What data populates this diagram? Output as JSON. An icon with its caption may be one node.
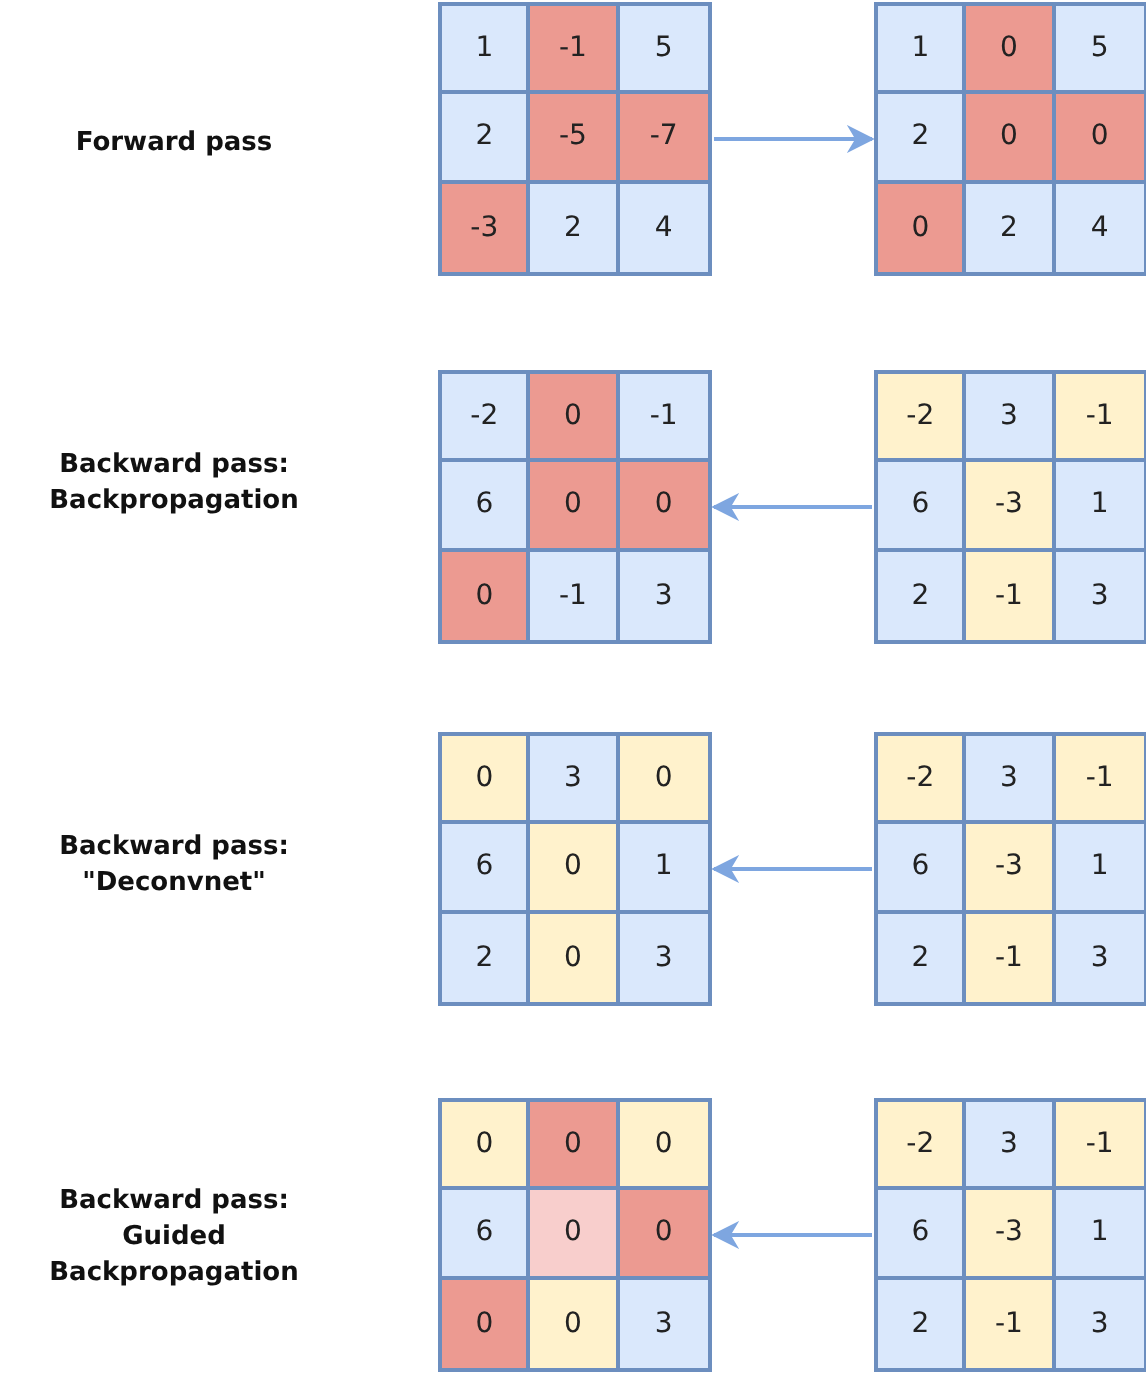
{
  "diagram": {
    "nodes": [
      {
        "text": [],
        "shape": "box"
      },
      {
        "text": [
          "1"
        ],
        "in": 0
      },
      {
        "text": [
          "-1"
        ],
        "in": 0
      },
      {
        "text": [
          "5"
        ],
        "in": 0
      },
      {
        "text": [
          "2"
        ],
        "in": 0
      },
      {
        "text": [
          "-5"
        ],
        "in": 0
      },
      {
        "text": [
          "-7"
        ],
        "in": 0
      },
      {
        "text": [
          "-3"
        ],
        "in": 0
      },
      {
        "text": [
          "2"
        ],
        "in": 0
      },
      {
        "text": [
          "4"
        ],
        "in": 0
      },
      {
        "text": [],
        "shape": "box"
      },
      {
        "text": [
          "1"
        ],
        "in": 10
      },
      {
        "text": [
          "0"
        ],
        "in": 10
      },
      {
        "text": [
          "5"
        ],
        "in": 10
      },
      {
        "text": [
          "2"
        ],
        "in": 10
      },
      {
        "text": [
          "0"
        ],
        "in": 10
      },
      {
        "text": [
          "0"
        ],
        "in": 10
      },
      {
        "text": [
          "0"
        ],
        "in": 10
      },
      {
        "text": [
          "2"
        ],
        "in": 10
      },
      {
        "text": [
          "4"
        ],
        "in": 10
      },
      {
        "text": [],
        "shape": "box"
      },
      {
        "text": [
          "-2"
        ],
        "in": 20
      },
      {
        "text": [
          "0"
        ],
        "in": 20
      },
      {
        "text": [
          "-1"
        ],
        "in": 20
      },
      {
        "text": [
          "6"
        ],
        "in": 20
      },
      {
        "text": [
          "0"
        ],
        "in": 20
      },
      {
        "text": [
          "0"
        ],
        "in": 20
      },
      {
        "text": [
          "0"
        ],
        "in": 20
      },
      {
        "text": [
          "-1"
        ],
        "in": 20
      },
      {
        "text": [
          "3"
        ],
        "in": 20
      },
      {
        "text": [],
        "shape": "box"
      },
      {
        "text": [
          "-2"
        ],
        "in": 30
      },
      {
        "text": [
          "3"
        ],
        "in": 30
      },
      {
        "text": [
          "-1"
        ],
        "in": 30
      },
      {
        "text": [
          "6"
        ],
        "in": 30
      },
      {
        "text": [
          "-3"
        ],
        "in": 30
      },
      {
        "text": [
          "1"
        ],
        "in": 30
      },
      {
        "text": [
          "2"
        ],
        "in": 30
      },
      {
        "text": [
          "-1"
        ],
        "in": 30
      },
      {
        "text": [
          "3"
        ],
        "in": 30
      },
      {
        "text": [],
        "shape": "box"
      },
      {
        "text": [
          "0"
        ],
        "in": 40
      },
      {
        "text": [
          "3"
        ],
        "in": 40
      },
      {
        "text": [
          "0"
        ],
        "in": 40
      },
      {
        "text": [
          "6"
        ],
        "in": 40
      },
      {
        "text": [
          "0"
        ],
        "in": 40
      },
      {
        "text": [
          "1"
        ],
        "in": 40
      },
      {
        "text": [
          "2"
        ],
        "in": 40
      },
      {
        "text": [
          "0"
        ],
        "in": 40
      },
      {
        "text": [
          "3"
        ],
        "in": 40
      },
      {
        "text": [],
        "shape": "box"
      },
      {
        "text": [
          "-2"
        ],
        "in": 50
      },
      {
        "text": [
          "3"
        ],
        "in": 50
      },
      {
        "text": [
          "-1"
        ],
        "in": 50
      },
      {
        "text": [
          "6"
        ],
        "in": 50
      },
      {
        "text": [
          "-3"
        ],
        "in": 50
      },
      {
        "text": [
          "1"
        ],
        "in": 50
      },
      {
        "text": [
          "2"
        ],
        "in": 50
      },
      {
        "text": [
          "-1"
        ],
        "in": 50
      },
      {
        "text": [
          "3"
        ],
        "in": 50
      },
      {
        "text": [],
        "shape": "box"
      },
      {
        "text": [
          "0"
        ],
        "in": 60
      },
      {
        "text": [
          "0"
        ],
        "in": 60
      },
      {
        "text": [
          "0"
        ],
        "in": 60
      },
      {
        "text": [
          "6"
        ],
        "in": 60
      },
      {
        "text": [
          "0"
        ],
        "in": 60
      },
      {
        "text": [
          "0"
        ],
        "in": 60
      },
      {
        "text": [
          "0"
        ],
        "in": 60
      },
      {
        "text": [
          "0"
        ],
        "in": 60
      },
      {
        "text": [
          "3"
        ],
        "in": 60
      },
      {
        "text": [],
        "shape": "box"
      },
      {
        "text": [
          "-2"
        ],
        "in": 70
      },
      {
        "text": [
          "3"
        ],
        "in": 70
      },
      {
        "text": [
          "-1"
        ],
        "in": 70
      },
      {
        "text": [
          "6"
        ],
        "in": 70
      },
      {
        "text": [
          "-3"
        ],
        "in": 70
      },
      {
        "text": [
          "1"
        ],
        "in": 70
      },
      {
        "text": [
          "2"
        ],
        "in": 70
      },
      {
        "text": [
          "-1"
        ],
        "in": 70
      },
      {
        "text": [
          "3"
        ],
        "in": 70
      }
    ],
    "edges": [
      {
        "from": 0,
        "to": 10,
        "arrow": "to"
      },
      {
        "from": 30,
        "to": 20,
        "arrow": "to"
      },
      {
        "from": 50,
        "to": 40,
        "arrow": "to"
      },
      {
        "from": 70,
        "to": 60,
        "arrow": "to"
      }
    ],
    "labels": [
      "Forward pass",
      "Backward pass: Backpropagation",
      "Backward pass: \"Deconvnet\"",
      "Backward pass: Guided Backpropagation"
    ]
  }
}
